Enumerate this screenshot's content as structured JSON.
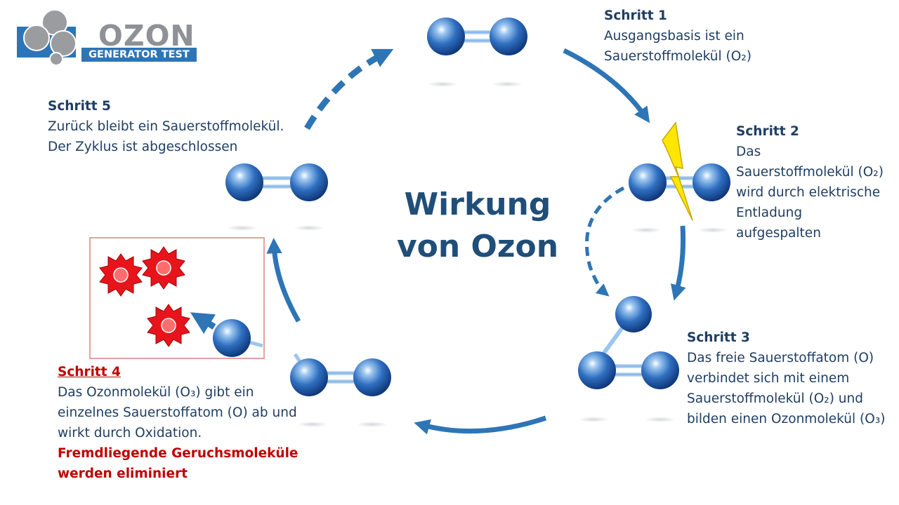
{
  "logo": {
    "word": "OZON",
    "subtitle": "GENERATOR TEST"
  },
  "center_title": {
    "line1": "Wirkung",
    "line2": "von Ozon"
  },
  "steps": [
    {
      "title": "Schritt 1",
      "lines": [
        "Ausgangsbasis ist ein",
        "Sauerstoffmolekül (O₂)"
      ]
    },
    {
      "title": "Schritt 2",
      "lines": [
        "Das",
        "Sauerstoffmolekül (O₂)",
        "wird durch elektrische",
        "Entladung",
        "aufgespalten"
      ]
    },
    {
      "title": "Schritt 3",
      "lines": [
        "Das freie Sauerstoffatom (O)",
        "verbindet sich mit einem",
        "Sauerstoffmolekül (O₂) und",
        "bilden einen Ozonmolekül (O₃)"
      ]
    },
    {
      "title": "Schritt 4",
      "lines": [
        "Das Ozonmolekül  (O₃) gibt ein",
        "einzelnes Sauerstoffatom (O) ab und",
        "wirkt durch Oxidation."
      ],
      "warning": [
        "Fremdliegende Geruchsmoleküle",
        "werden eliminiert"
      ]
    },
    {
      "title": "Schritt 5",
      "lines": [
        "Zurück bleibt ein Sauerstoffmolekül.",
        "Der Zyklus ist abgeschlossen"
      ]
    }
  ],
  "colors": {
    "accent_blue": "#2e75b6",
    "dark_blue": "#1f4e79",
    "text_blue": "#1f3e63",
    "warning_red": "#c00000",
    "odor_red": "#e8141c",
    "lightning_yellow": "#ffe600",
    "logo_gray": "#8e9196"
  },
  "icons": [
    "lightning-icon",
    "odor-molecule-icon",
    "oxygen-molecule-icon",
    "ozone-molecule-icon",
    "oxygen-atom-icon"
  ]
}
